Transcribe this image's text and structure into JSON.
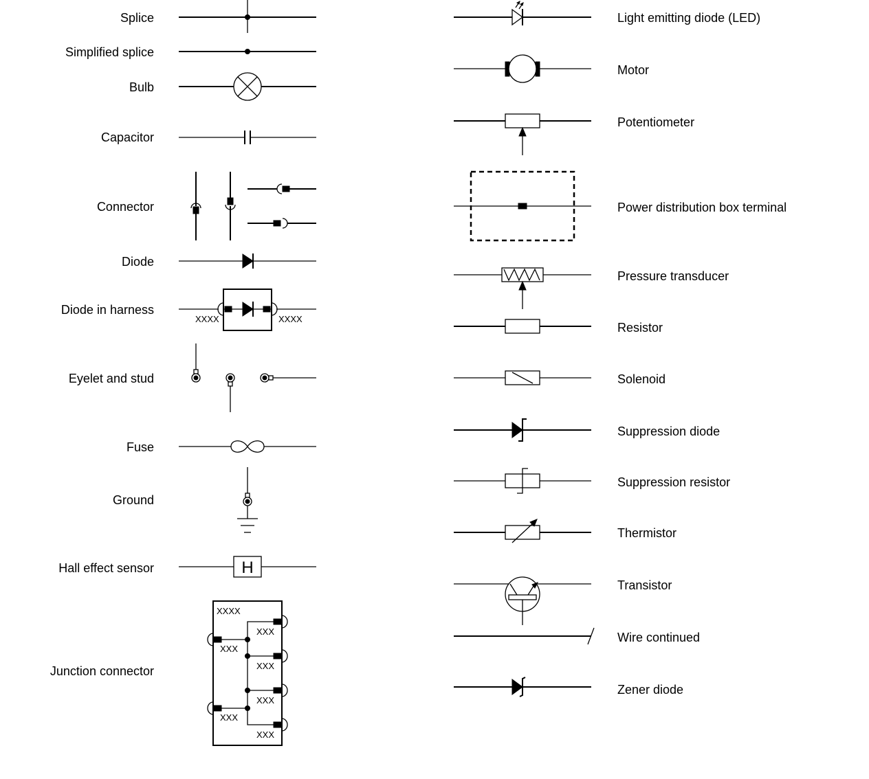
{
  "left_column": [
    {
      "key": "splice",
      "label": "Splice"
    },
    {
      "key": "simplified_splice",
      "label": "Simplified splice"
    },
    {
      "key": "bulb",
      "label": "Bulb"
    },
    {
      "key": "capacitor",
      "label": "Capacitor"
    },
    {
      "key": "connector",
      "label": "Connector"
    },
    {
      "key": "diode",
      "label": "Diode"
    },
    {
      "key": "diode_in_harness",
      "label": "Diode in harness"
    },
    {
      "key": "eyelet_and_stud",
      "label": "Eyelet and stud"
    },
    {
      "key": "fuse",
      "label": "Fuse"
    },
    {
      "key": "ground",
      "label": "Ground"
    },
    {
      "key": "hall_effect_sensor",
      "label": "Hall effect sensor"
    },
    {
      "key": "junction_connector",
      "label": "Junction connector"
    }
  ],
  "right_column": [
    {
      "key": "led",
      "label": "Light emitting diode (LED)"
    },
    {
      "key": "motor",
      "label": "Motor"
    },
    {
      "key": "potentiometer",
      "label": "Potentiometer"
    },
    {
      "key": "power_distribution_box_terminal",
      "label": "Power distribution box terminal"
    },
    {
      "key": "pressure_transducer",
      "label": "Pressure transducer"
    },
    {
      "key": "resistor",
      "label": "Resistor"
    },
    {
      "key": "solenoid",
      "label": "Solenoid"
    },
    {
      "key": "suppression_diode",
      "label": "Suppression diode"
    },
    {
      "key": "suppression_resistor",
      "label": "Suppression resistor"
    },
    {
      "key": "thermistor",
      "label": "Thermistor"
    },
    {
      "key": "transistor",
      "label": "Transistor"
    },
    {
      "key": "wire_continued",
      "label": "Wire continued"
    },
    {
      "key": "zener_diode",
      "label": "Zener diode"
    }
  ],
  "symbol_text": {
    "diode_in_harness_tag_left": "XXXX",
    "diode_in_harness_tag_right": "XXXX",
    "hall_sensor_letter": "H",
    "junction_connector_tag_top": "XXXX",
    "junction_connector_pin_tags": [
      "XXX",
      "XXX",
      "XXX",
      "XXX",
      "XXX",
      "XXX"
    ]
  }
}
